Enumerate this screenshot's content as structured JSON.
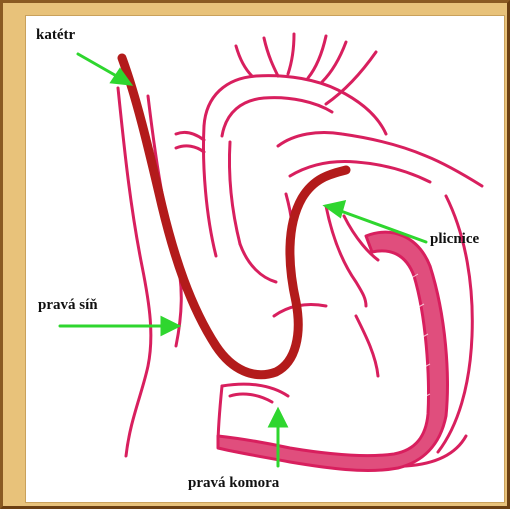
{
  "labels": {
    "catheter": "katétr",
    "pulmonary": "plicnice",
    "right_atrium": "pravá síň",
    "right_ventricle": "pravá komora"
  },
  "colors": {
    "heart_outline": "#d81f5e",
    "heart_fill": "#e04e7d",
    "catheter": "#b31b1b",
    "arrow": "#2fd62f",
    "frame": "#e8c27a",
    "background": "#ffffff"
  }
}
